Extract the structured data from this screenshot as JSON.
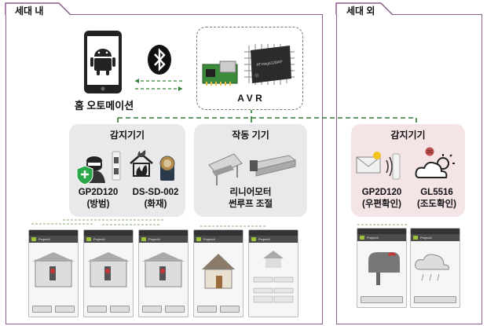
{
  "tabs": {
    "inside": "세대 내",
    "outside": "세대 외"
  },
  "top": {
    "home_automation": "홈 오토메이션",
    "avr": "A V R",
    "chip_text": "ATmega128AP"
  },
  "groups": {
    "sensors_in": "감지기기",
    "actuators": "작동 기기",
    "sensors_out": "감지기기"
  },
  "devices": {
    "d1": "GP2D120\n(방범)",
    "d2": "DS-SD-002\n(화재)",
    "d3": "리니어모터\n썬루프 조절",
    "d4": "GP2D120\n(우편확인)",
    "d5": "GL5516\n(조도확인)"
  },
  "app": {
    "title": "Project4"
  },
  "colors": {
    "tab_border": "#8a5c8c",
    "link_line": "#2e7d32",
    "grey_box": "#e9e9ec",
    "pink_box": "#f4e4e6"
  }
}
